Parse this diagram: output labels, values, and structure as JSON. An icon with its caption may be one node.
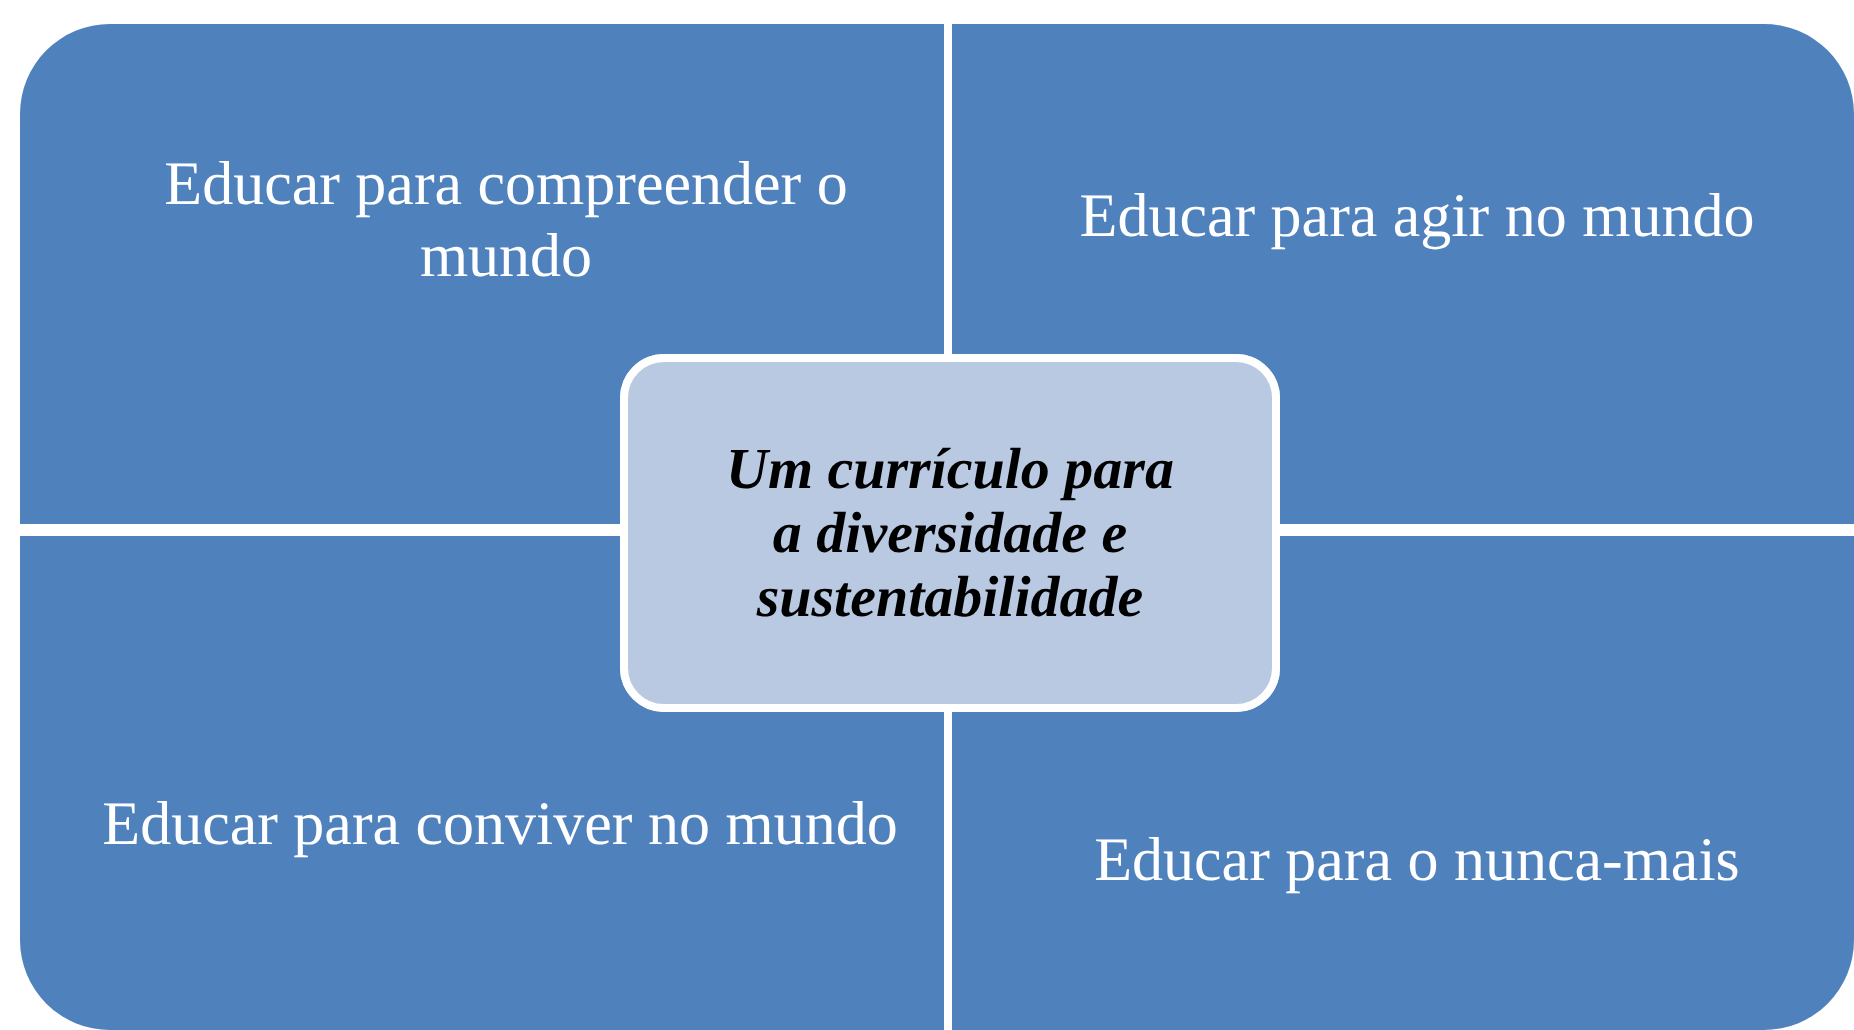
{
  "diagram": {
    "nodes": [
      {
        "text": [
          "Educar para compreender o mundo"
        ]
      },
      {
        "text": [
          "Educar para agir no mundo"
        ]
      },
      {
        "text": [
          "Um currículo para a diversidade e sustentabilidade"
        ]
      },
      {
        "text": [
          "Educar para conviver no mundo"
        ]
      },
      {
        "text": [
          "Educar para o nunca-mais"
        ]
      }
    ]
  }
}
